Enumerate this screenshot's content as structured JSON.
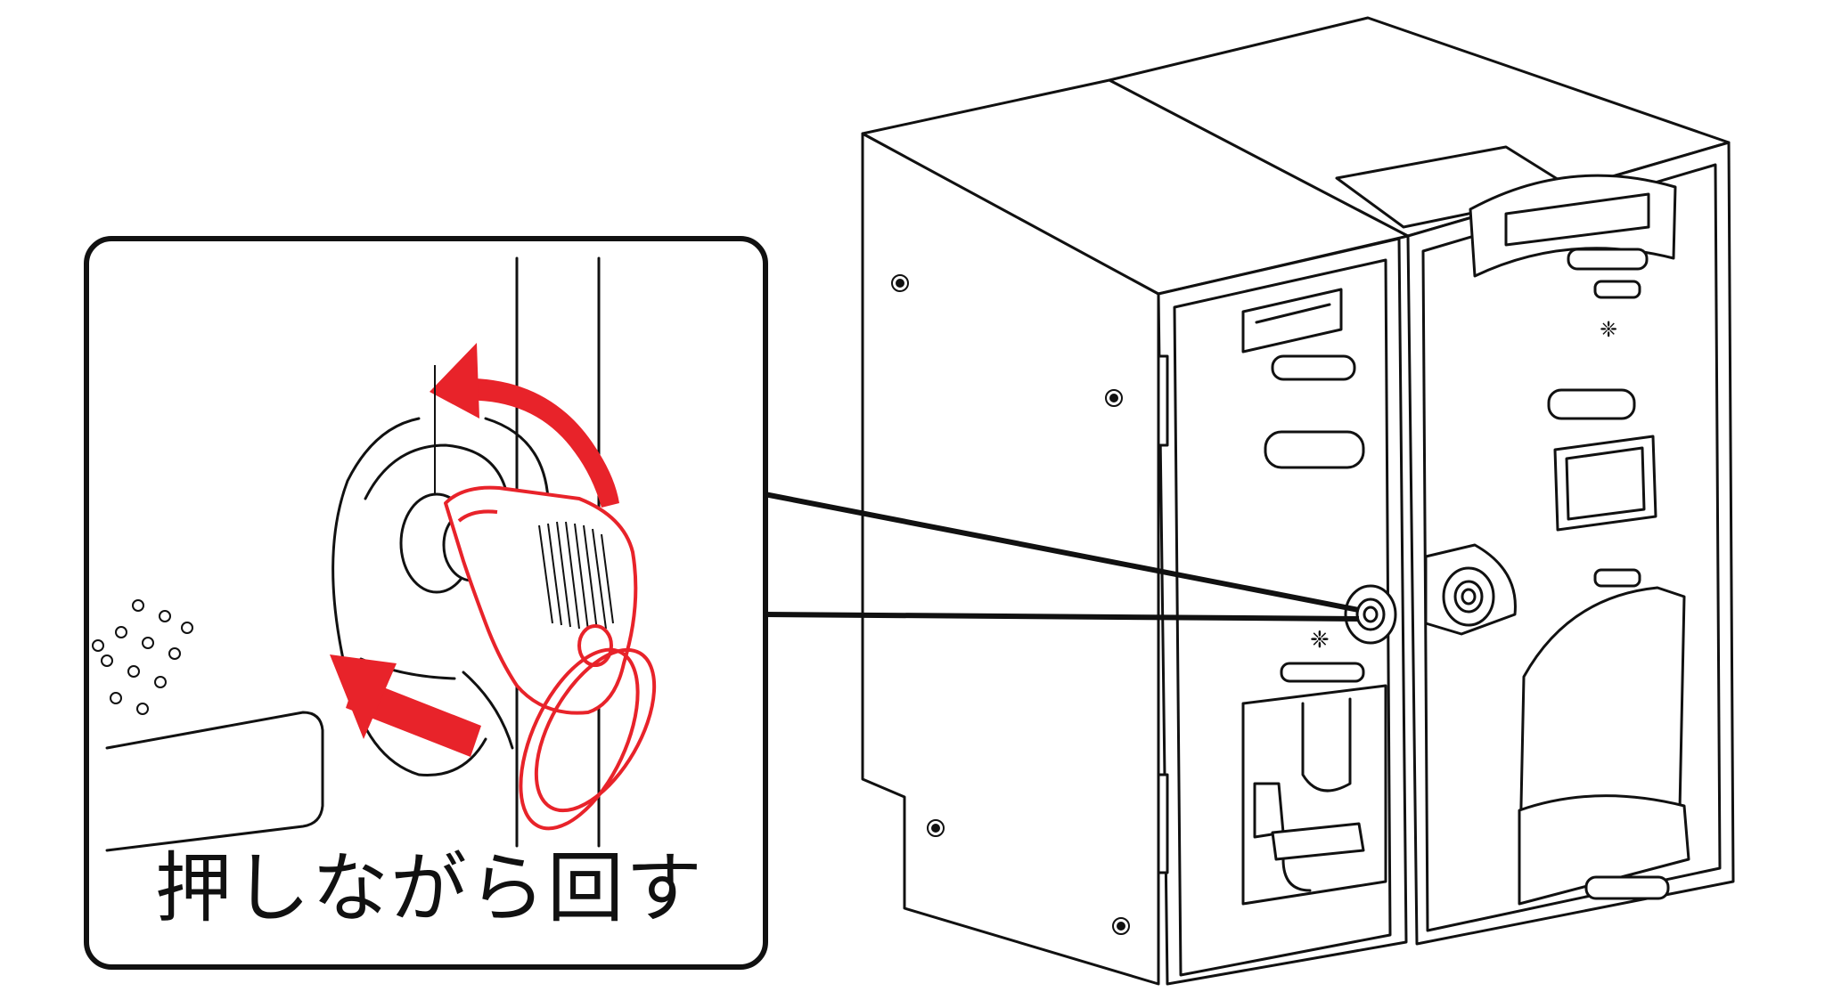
{
  "diagram": {
    "instruction_text": "押しながら回す",
    "colors": {
      "line": "#111111",
      "accent": "#e8232a",
      "background": "#ffffff"
    },
    "elements": {
      "machine": "coin-dispenser-machine",
      "detail_callout": "key-lock-detail",
      "key": "key-icon",
      "rotate_arrow": "rotate-arrow-icon",
      "push_arrow": "push-arrow-icon"
    }
  }
}
